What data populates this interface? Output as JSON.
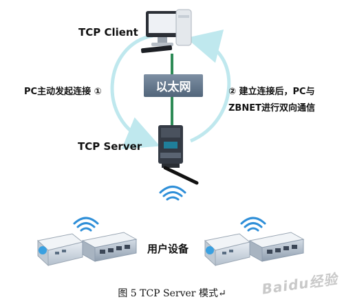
{
  "labels": {
    "tcp_client": "TCP Client",
    "tcp_server": "TCP Server",
    "ethernet": "以太网",
    "pc_initiates": "PC主动发起连接 ①",
    "bidirectional_line1": "② 建立连接后，PC与",
    "bidirectional_line2": "ZBNET进行双向通信",
    "user_devices": "用户设备"
  },
  "caption": "图 5    TCP Server 模式↵",
  "watermark": "Baidu经验",
  "icons": {
    "client": "desktop-pc-icon",
    "server": "zbnet-gateway-icon",
    "devices": "network-switch-icon",
    "wireless": "wifi-icon"
  },
  "colors": {
    "arrow": "#bfe8ee",
    "cable": "#2e8b57",
    "ethernet_box": "#5a6e83",
    "wifi": "#2f8fd8"
  }
}
